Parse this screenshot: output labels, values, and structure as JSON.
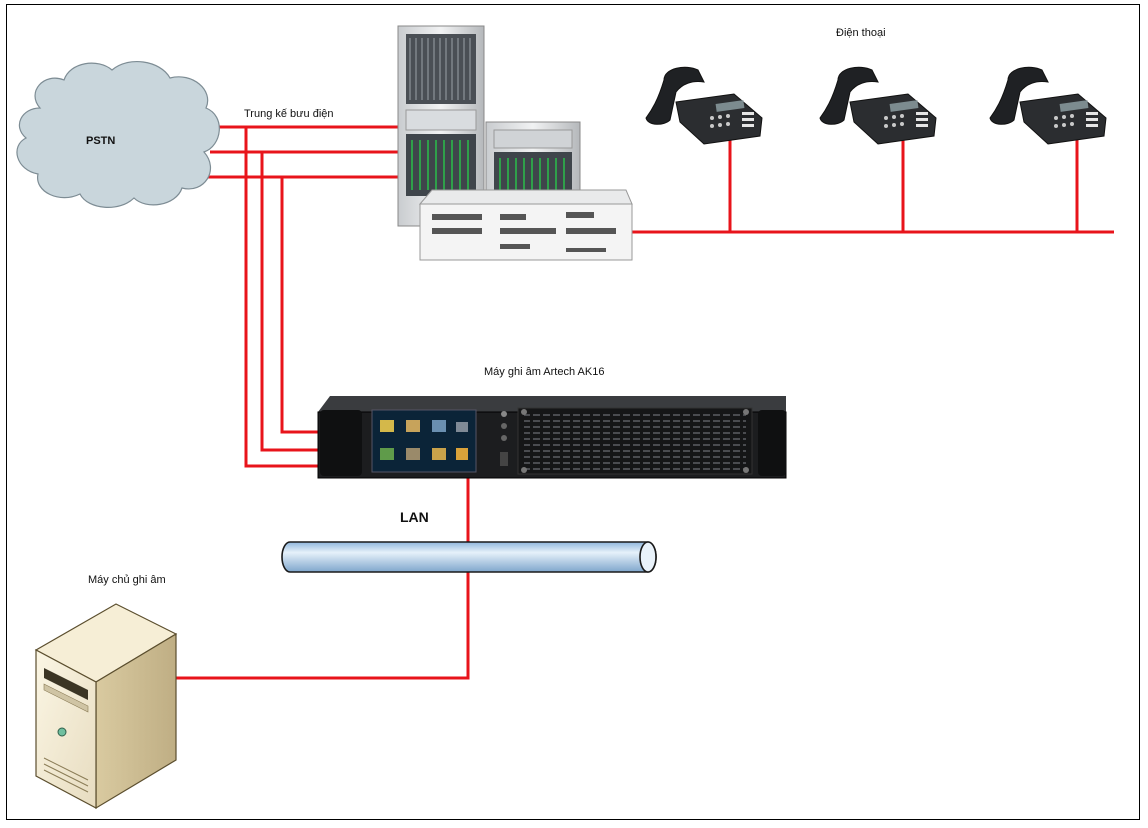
{
  "labels": {
    "pstn": "PSTN",
    "trunk": "Trung kế bưu điện",
    "phones": "Điện thoại",
    "recorder": "Máy ghi âm Artech AK16",
    "lan": "LAN",
    "server": "Máy chủ ghi âm"
  },
  "colors": {
    "line": "#e8141b",
    "cloud_fill": "#c9d6dc",
    "pipe_fill": "#bcd6ee",
    "pipe_stroke": "#1a1a1a"
  },
  "icons": {
    "cloud": "pstn-cloud-icon",
    "pbx": "pbx-cabinet-icon",
    "phone": "desk-phone-icon",
    "recorder": "rack-recorder-icon",
    "server": "tower-server-icon"
  }
}
